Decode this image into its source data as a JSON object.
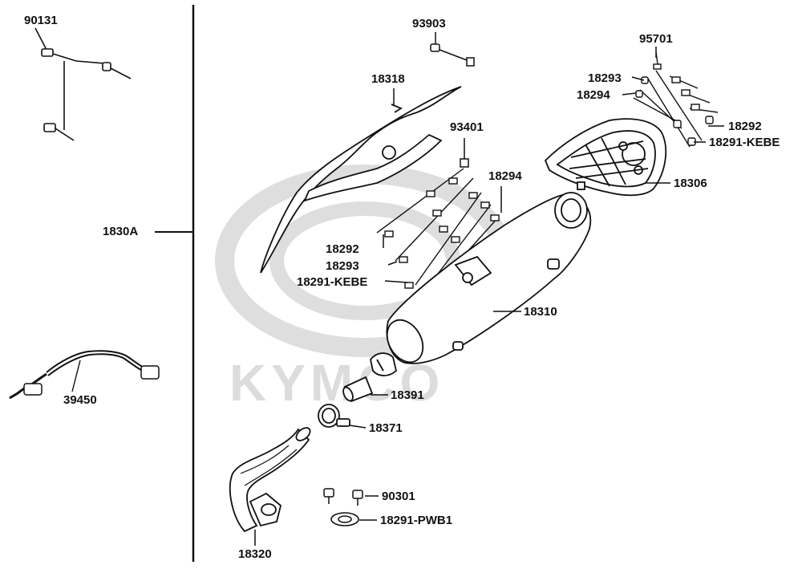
{
  "watermark": {
    "brand": "KYMCO"
  },
  "labels": {
    "p90131": "90131",
    "p1830A": "1830A",
    "p39450": "39450",
    "p93903": "93903",
    "p18318": "18318",
    "p93401": "93401",
    "p18294_mid": "18294",
    "p18292_mid": "18292",
    "p18293_mid": "18293",
    "p18291kebe_mid": "18291-KEBE",
    "p95701": "95701",
    "p18293_right": "18293",
    "p18294_right": "18294",
    "p18292_right": "18292",
    "p18291kebe_right": "18291-KEBE",
    "p18306": "18306",
    "p18310": "18310",
    "p18391": "18391",
    "p18371": "18371",
    "p90301": "90301",
    "p18291pwb1": "18291-PWB1",
    "p18320": "18320"
  }
}
